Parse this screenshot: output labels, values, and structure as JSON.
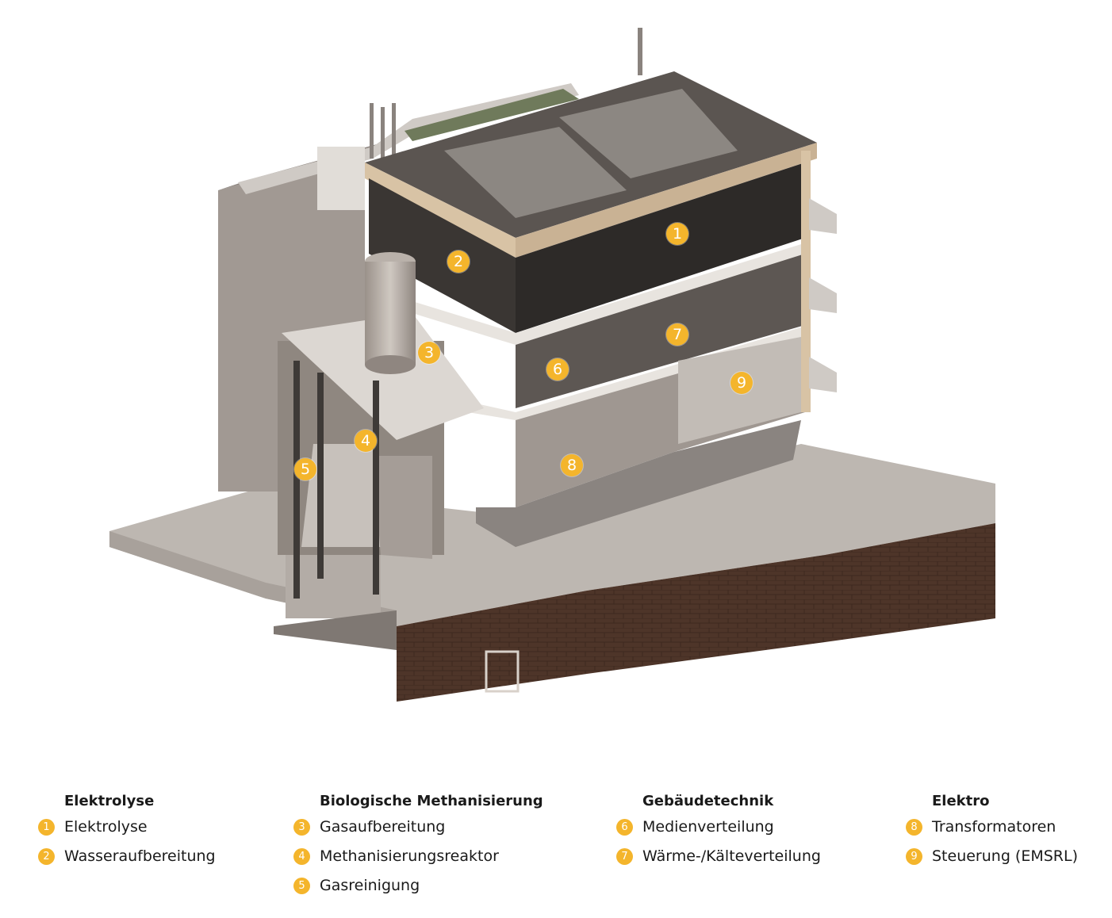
{
  "markers": [
    {
      "num": "1"
    },
    {
      "num": "2"
    },
    {
      "num": "3"
    },
    {
      "num": "4"
    },
    {
      "num": "5"
    },
    {
      "num": "6"
    },
    {
      "num": "7"
    },
    {
      "num": "8"
    },
    {
      "num": "9"
    }
  ],
  "legend": [
    {
      "heading": "Elektrolyse",
      "items": [
        {
          "num": "1",
          "label": "Elektrolyse"
        },
        {
          "num": "2",
          "label": "Wasseraufbereitung"
        }
      ]
    },
    {
      "heading": "Biologische Methanisierung",
      "items": [
        {
          "num": "3",
          "label": "Gasaufbereitung"
        },
        {
          "num": "4",
          "label": "Methanisierungsreaktor"
        },
        {
          "num": "5",
          "label": "Gasreinigung"
        }
      ]
    },
    {
      "heading": "Gebäudetechnik",
      "items": [
        {
          "num": "6",
          "label": "Medienverteilung"
        },
        {
          "num": "7",
          "label": "Wärme-/Kälteverteilung"
        }
      ]
    },
    {
      "heading": "Elektro",
      "items": [
        {
          "num": "8",
          "label": "Transformatoren"
        },
        {
          "num": "9",
          "label": "Steuerung (EMSRL)"
        }
      ]
    }
  ],
  "colors": {
    "marker": "#f4b52c",
    "roof": "#5b5551",
    "wall": "#a19993",
    "ground": "#bdb7b1",
    "brick": "#4e3529",
    "timber": "#d8c3a5"
  }
}
